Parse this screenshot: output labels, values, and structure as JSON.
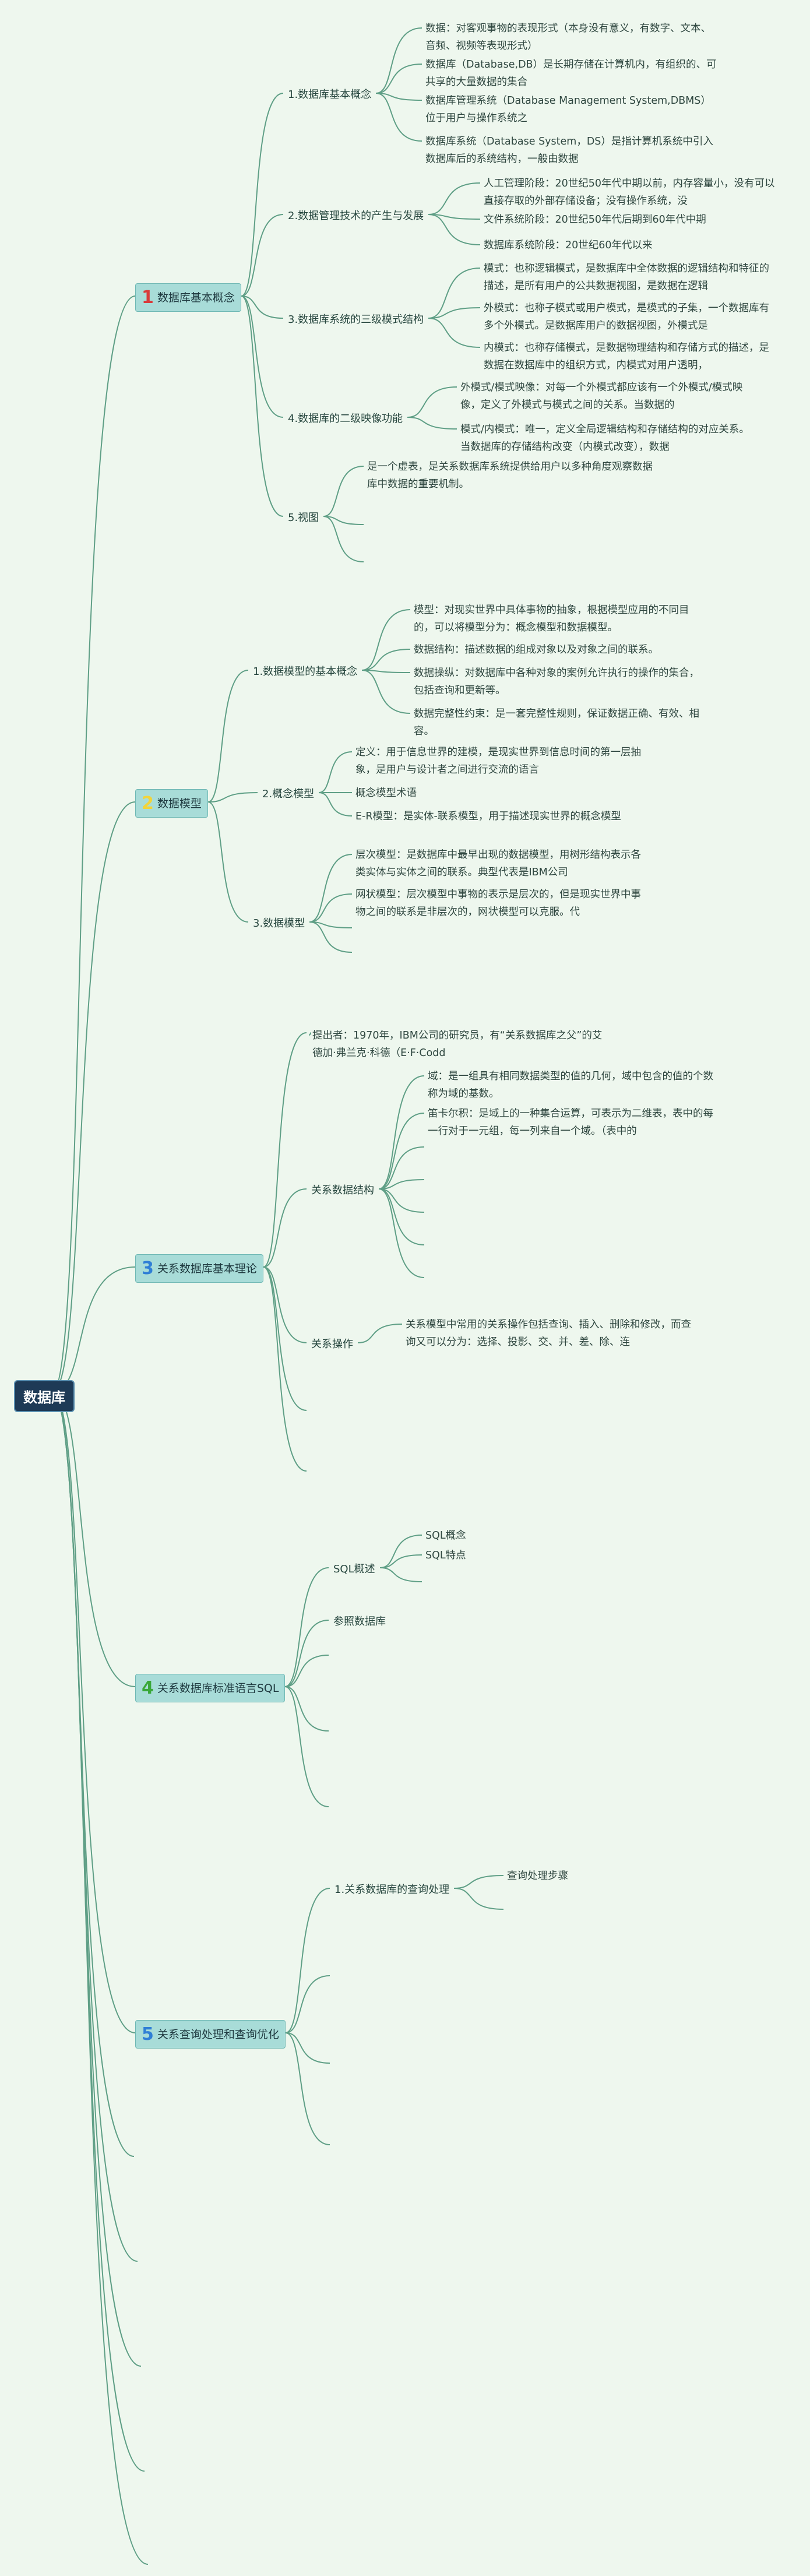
{
  "root": "数据库",
  "topics": [
    {
      "num": "1",
      "num_color": "#d93b3b",
      "label": "数据库基本概念",
      "subs": [
        {
          "label": "1.数据库基本概念",
          "leaves": [
            "数据：对客观事物的表现形式（本身没有意义，有数字、文本、音频、视频等表现形式）",
            "数据库（Database,DB）是长期存储在计算机内，有组织的、可共享的大量数据的集合",
            "数据库管理系统（Database Management System,DBMS）位于用户与操作系统之",
            "数据库系统（Database System，DS）是指计算机系统中引入数据库后的系统结构，一般由数据"
          ]
        },
        {
          "label": "2.数据管理技术的产生与发展",
          "leaves": [
            "人工管理阶段：20世纪50年代中期以前，内存容量小，没有可以直接存取的外部存储设备；没有操作系统，没",
            "文件系统阶段：20世纪50年代后期到60年代中期",
            "数据库系统阶段：20世纪60年代以来"
          ]
        },
        {
          "label": "3.数据库系统的三级模式结构",
          "leaves": [
            "模式：也称逻辑模式，是数据库中全体数据的逻辑结构和特征的描述，是所有用户的公共数据视图，是数据在逻辑",
            "外模式：也称子模式或用户模式，是模式的子集，一个数据库有多个外模式。是数据库用户的数据视图，外模式是",
            "内模式：也称存储模式，是数据物理结构和存储方式的描述，是数据在数据库中的组织方式，内模式对用户透明，"
          ]
        },
        {
          "label": "4.数据库的二级映像功能",
          "leaves": [
            "外模式/模式映像：对每一个外模式都应该有一个外模式/模式映像，定义了外模式与模式之间的关系。当数据的",
            "模式/内模式：唯一，定义全局逻辑结构和存储结构的对应关系。当数据库的存储结构改变（内模式改变），数据"
          ]
        },
        {
          "label": "5.视图",
          "leaves": [
            "是一个虚表，是关系数据库系统提供给用户以多种角度观察数据库中数据的重要机制。",
            "",
            ""
          ]
        }
      ]
    },
    {
      "num": "2",
      "num_color": "#f2d43a",
      "label": "数据模型",
      "subs": [
        {
          "label": "1.数据模型的基本概念",
          "leaves": [
            "模型：对现实世界中具体事物的抽象，根据模型应用的不同目的，可以将模型分为：概念模型和数据模型。",
            "数据结构：描述数据的组成对象以及对象之间的联系。",
            "数据操纵：对数据库中各种对象的案例允许执行的操作的集合，包括查询和更新等。",
            "数据完整性约束：是一套完整性规则，保证数据正确、有效、相容。"
          ]
        },
        {
          "label": "2.概念模型",
          "leaves": [
            "定义：用于信息世界的建模，是现实世界到信息时间的第一层抽象，是用户与设计者之间进行交流的语言",
            "概念模型术语",
            "E-R模型：是实体-联系模型，用于描述现实世界的概念模型"
          ]
        },
        {
          "label": "3.数据模型",
          "leaves": [
            "层次模型：是数据库中最早出现的数据模型，用树形结构表示各类实体与实体之间的联系。典型代表是IBM公司",
            "网状模型：层次模型中事物的表示是层次的，但是现实世界中事物之间的联系是非层次的，网状模型可以克服。代",
            "",
            ""
          ]
        }
      ]
    },
    {
      "num": "3",
      "num_color": "#2f7fd6",
      "label": "关系数据库基本理论",
      "subs": [
        {
          "label": "",
          "leaves": [
            "提出者：1970年，IBM公司的研究员，有“关系数据库之父”的艾德加·弗兰克·科德（E·F·Codd"
          ]
        },
        {
          "label": "关系数据结构",
          "leaves": [
            "域：是一组具有相同数据类型的值的几何，域中包含的值的个数称为域的基数。",
            "笛卡尔积：是域上的一种集合运算，可表示为二维表，表中的每一行对于一元组，每一列来自一个域。（表中的",
            "",
            "",
            "",
            "",
            ""
          ]
        },
        {
          "label": "关系操作",
          "leaves": [
            "关系模型中常用的关系操作包括查询、插入、删除和修改，而查询又可以分为：选择、投影、交、并、差、除、连"
          ]
        },
        {
          "label": "",
          "leaves": []
        },
        {
          "label": "",
          "leaves": []
        }
      ]
    },
    {
      "num": "4",
      "num_color": "#3aa83a",
      "label": "关系数据库标准语言SQL",
      "subs": [
        {
          "label": "SQL概述",
          "leaves": [
            "SQL概念",
            "SQL特点",
            ""
          ]
        },
        {
          "label": "参照数据库",
          "leaves": []
        },
        {
          "label": "",
          "leaves": []
        },
        {
          "label": "",
          "leaves": []
        },
        {
          "label": "",
          "leaves": []
        }
      ]
    },
    {
      "num": "5",
      "num_color": "#2f7fd6",
      "label": "关系查询处理和查询优化",
      "subs": [
        {
          "label": "1.关系数据库的查询处理",
          "leaves": [
            "查询处理步骤",
            ""
          ]
        },
        {
          "label": "",
          "leaves": []
        },
        {
          "label": "",
          "leaves": []
        },
        {
          "label": "",
          "leaves": []
        }
      ]
    },
    {
      "num": "",
      "num_color": "#2f7fd6",
      "label": "",
      "subs": []
    },
    {
      "num": "",
      "num_color": "#2f7fd6",
      "label": "",
      "subs": []
    },
    {
      "num": "",
      "num_color": "#2f7fd6",
      "label": "",
      "subs": []
    },
    {
      "num": "",
      "num_color": "#2f7fd6",
      "label": "",
      "subs": []
    },
    {
      "num": "",
      "num_color": "#2f7fd6",
      "label": "",
      "subs": []
    }
  ]
}
